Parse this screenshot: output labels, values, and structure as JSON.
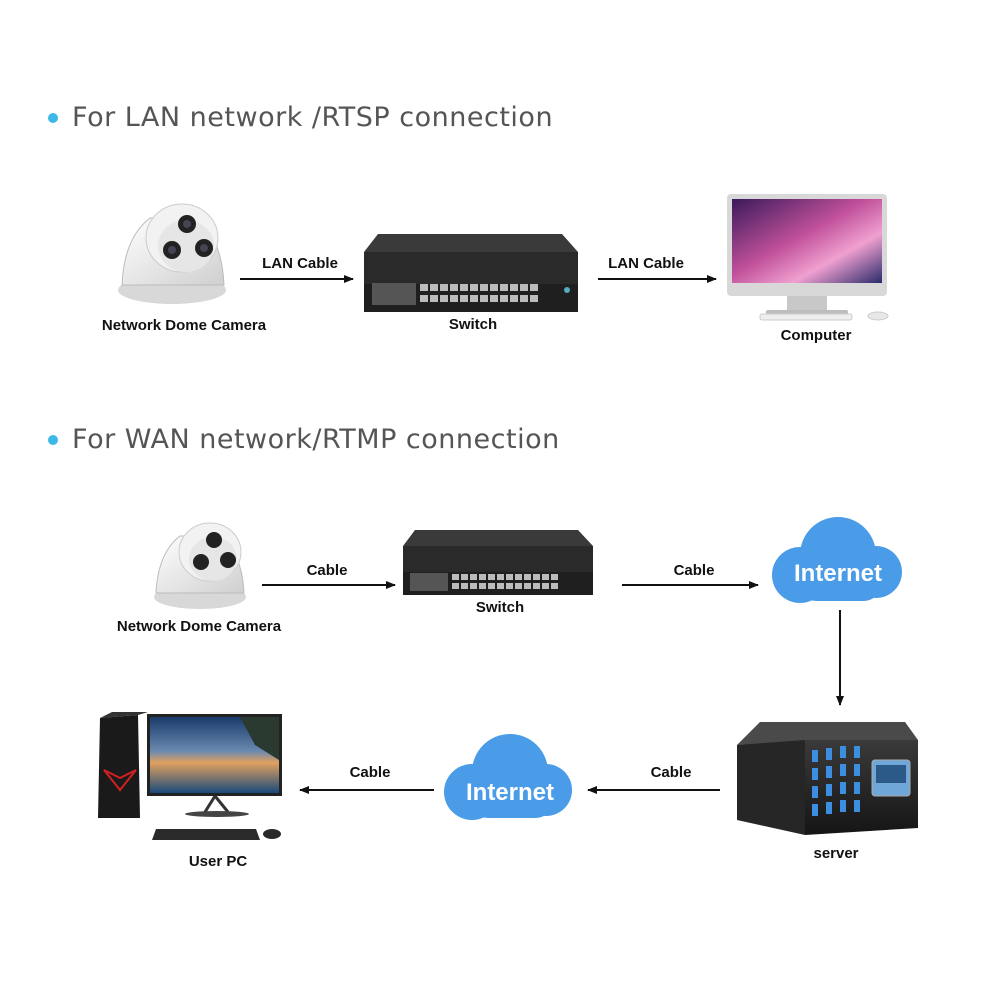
{
  "lan": {
    "title": "For LAN network /RTSP connection",
    "camera_label": "Network Dome Camera",
    "cable1_label": "LAN Cable",
    "switch_label": "Switch",
    "cable2_label": "LAN Cable",
    "computer_label": "Computer"
  },
  "wan": {
    "title": "For WAN network/RTMP connection",
    "camera_label": "Network Dome Camera",
    "cable1_label": "Cable",
    "switch_label": "Switch",
    "cable2_label": "Cable",
    "cloud1_text": "Internet",
    "server_label": "server",
    "cable3_label": "Cable",
    "cloud2_text": "Internet",
    "cable4_label": "Cable",
    "userpc_label": "User PC"
  },
  "colors": {
    "bullet": "#3cb8e8",
    "cloud": "#4a9be8",
    "arrow": "#111111"
  }
}
